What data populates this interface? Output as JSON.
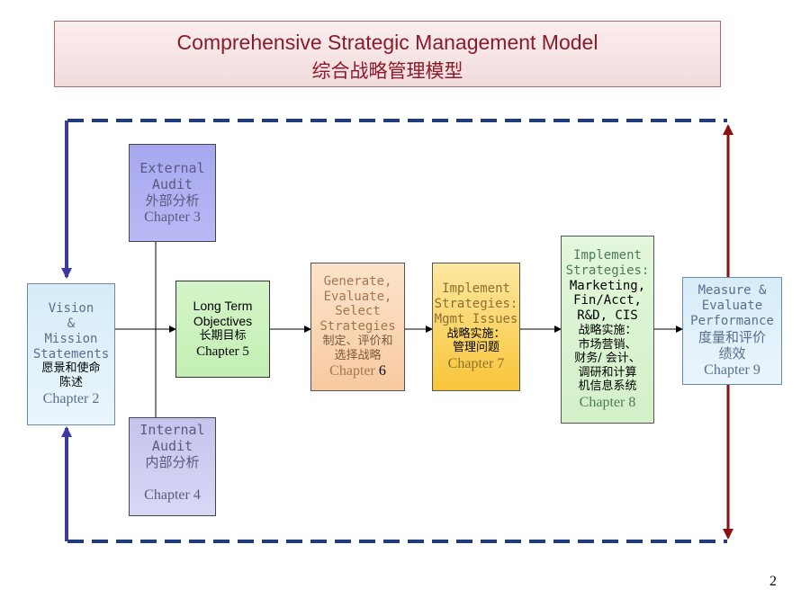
{
  "title": {
    "english": "Comprehensive Strategic Management Model",
    "chinese": "综合战略管理模型"
  },
  "boxes": {
    "vision": {
      "lines": [
        "Vision",
        "&",
        "Mission",
        "Statements"
      ],
      "chinese": [
        "愿景和使命",
        "陈述"
      ],
      "chapter": "Chapter 2"
    },
    "external_audit": {
      "lines": [
        "External",
        "Audit"
      ],
      "chinese": [
        "外部分析"
      ],
      "chapter": "Chapter 3"
    },
    "internal_audit": {
      "lines": [
        "Internal",
        "Audit"
      ],
      "chinese": [
        "内部分析"
      ],
      "chapter": "Chapter 4"
    },
    "long_term": {
      "lines": [
        "Long Term",
        "Objectives"
      ],
      "chinese": [
        "长期目标"
      ],
      "chapter": "Chapter 5"
    },
    "generate": {
      "lines": [
        "Generate,",
        "Evaluate,",
        "Select",
        "Strategies"
      ],
      "chinese": [
        "制定、评价和",
        "选择战略"
      ],
      "chapter_prefix": "Chapter ",
      "chapter_num": "6"
    },
    "implement_mgmt": {
      "lines": [
        "Implement",
        "Strategies:",
        "Mgmt Issues"
      ],
      "chinese": [
        "战略实施：",
        "管理问题"
      ],
      "chapter": "Chapter 7"
    },
    "implement_func": {
      "lines": [
        "Implement",
        "Strategies:",
        "Marketing,",
        "Fin/Acct,",
        "R&D, CIS"
      ],
      "chinese": [
        "战略实施：",
        "市场营销、",
        "财务/ 会计、",
        "调研和计算",
        "机信息系统"
      ],
      "chapter": "Chapter 8"
    },
    "measure": {
      "lines": [
        "Measure &",
        "Evaluate",
        "Performance"
      ],
      "chinese": [
        "度量和评价",
        "绩效"
      ],
      "chapter": "Chapter 9"
    }
  },
  "page_number": "2",
  "colors": {
    "title_text": "#8b1a2b",
    "dashed_line": "#1f3d7a",
    "left_arrows": "#3a3aa0",
    "right_arrows": "#8b1010"
  }
}
